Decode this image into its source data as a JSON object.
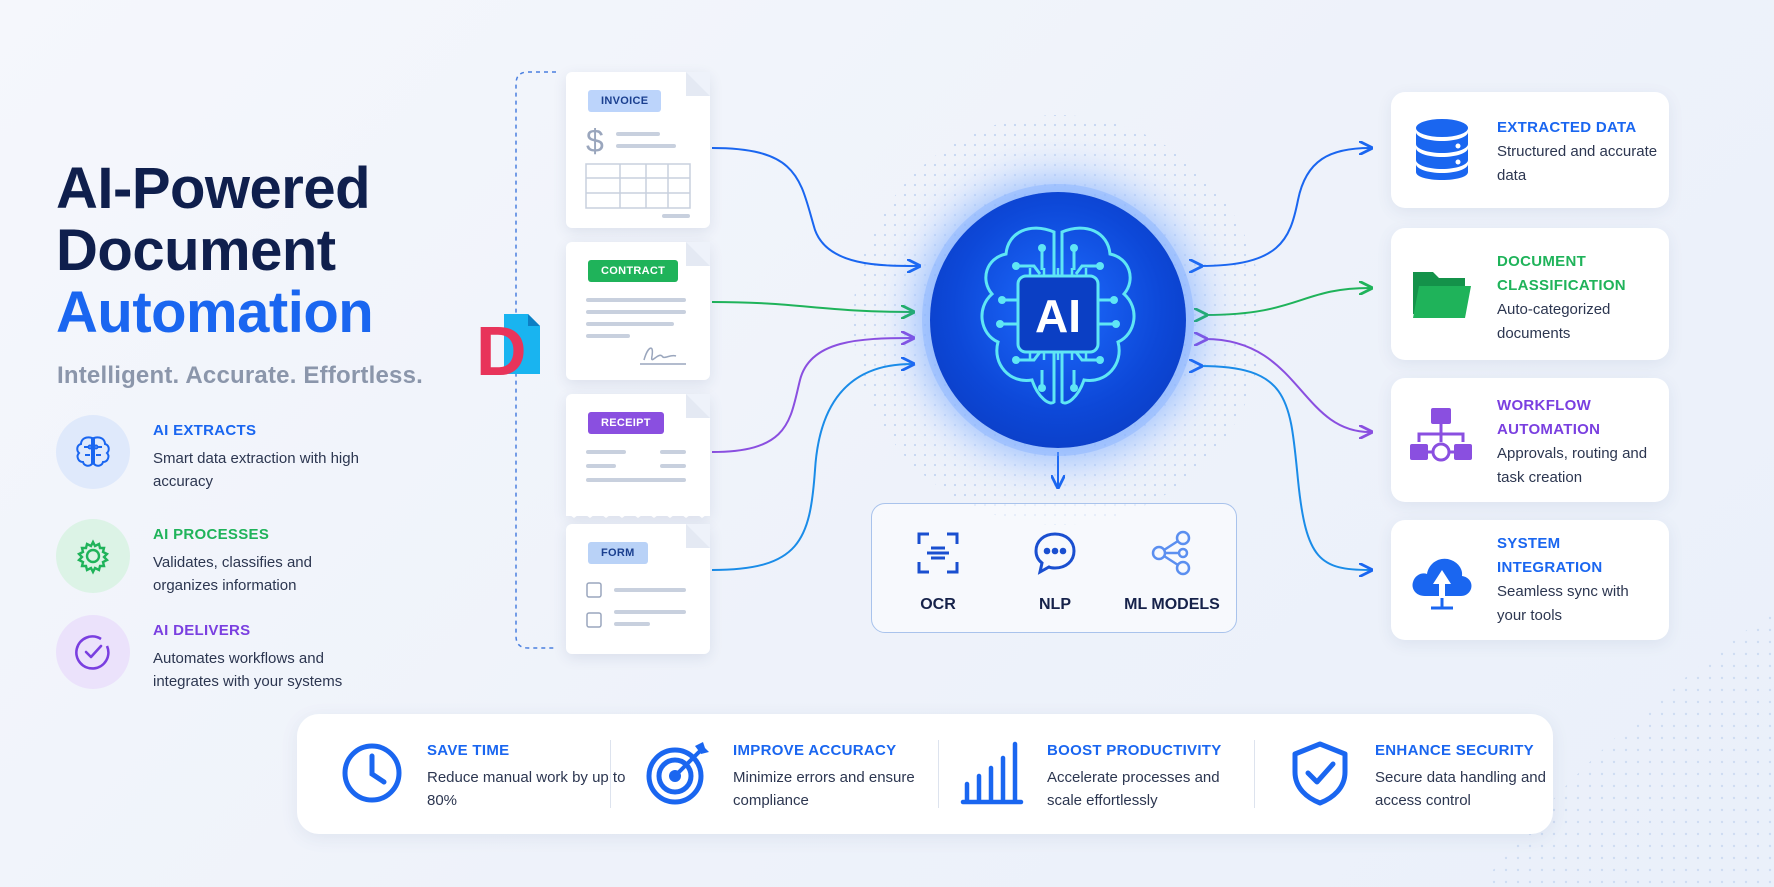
{
  "header": {
    "title_line1": "AI-Powered",
    "title_line2": "Document",
    "title_line3": "Automation",
    "tagline": "Intelligent. Accurate. Effortless."
  },
  "features": [
    {
      "title": "AI EXTRACTS",
      "desc": "Smart data extraction with high accuracy",
      "color": "#1a66f0",
      "icon": "brain-icon"
    },
    {
      "title": "AI PROCESSES",
      "desc": "Validates, classifies and organizes information",
      "color": "#1fb35a",
      "icon": "gear-icon"
    },
    {
      "title": "AI DELIVERS",
      "desc": "Automates workflows and integrates with your systems",
      "color": "#7a3fe0",
      "icon": "check-circle-icon"
    }
  ],
  "logo": {
    "letter": "D"
  },
  "documents": [
    {
      "tag": "INVOICE",
      "icon": "invoice-dollar-icon"
    },
    {
      "tag": "CONTRACT",
      "icon": "signature-icon"
    },
    {
      "tag": "RECEIPT",
      "icon": "receipt-icon"
    },
    {
      "tag": "FORM",
      "icon": "checkbox-icon"
    }
  ],
  "center": {
    "label": "AI",
    "technologies": [
      {
        "label": "OCR",
        "icon": "scan-icon"
      },
      {
        "label": "NLP",
        "icon": "chat-bubble-icon"
      },
      {
        "label": "ML MODELS",
        "icon": "network-icon"
      }
    ]
  },
  "outputs": [
    {
      "title": "EXTRACTED DATA",
      "desc": "Structured and accurate data",
      "color": "#1a66f0",
      "icon": "database-icon"
    },
    {
      "title": "DOCUMENT CLASSIFICATION",
      "desc": "Auto-categorized documents",
      "color": "#1fb35a",
      "icon": "folder-icon"
    },
    {
      "title": "WORKFLOW AUTOMATION",
      "desc": "Approvals, routing and task creation",
      "color": "#7a3fe0",
      "icon": "workflow-icon"
    },
    {
      "title": "SYSTEM INTEGRATION",
      "desc": "Seamless sync with your tools",
      "color": "#1a66f0",
      "icon": "cloud-icon"
    }
  ],
  "benefits": [
    {
      "title": "SAVE TIME",
      "desc": "Reduce manual work by up to 80%",
      "icon": "clock-icon"
    },
    {
      "title": "IMPROVE ACCURACY",
      "desc": "Minimize errors and ensure compliance",
      "icon": "target-icon"
    },
    {
      "title": "BOOST PRODUCTIVITY",
      "desc": "Accelerate processes and scale effortlessly",
      "icon": "bar-chart-icon"
    },
    {
      "title": "ENHANCE SECURITY",
      "desc": "Secure data handling and access control",
      "icon": "shield-check-icon"
    }
  ],
  "colors": {
    "navy": "#0f1f4d",
    "blue": "#1a66f0",
    "green": "#1fb35a",
    "purple": "#7a3fe0",
    "logo_pink": "#e8345a",
    "logo_cyan": "#19b4f0"
  }
}
